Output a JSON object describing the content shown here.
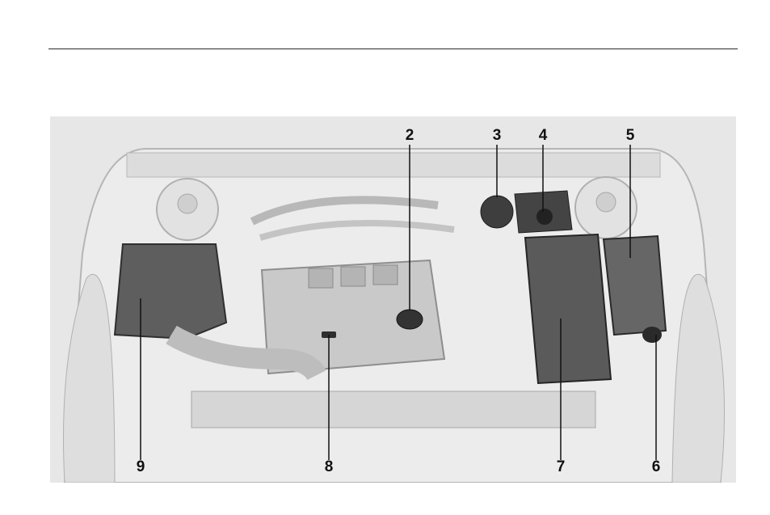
{
  "figure": {
    "subject": "engine-compartment",
    "callouts": {
      "c2": "2",
      "c3": "3",
      "c4": "4",
      "c5": "5",
      "c6": "6",
      "c7": "7",
      "c8": "8",
      "c9": "9"
    }
  }
}
